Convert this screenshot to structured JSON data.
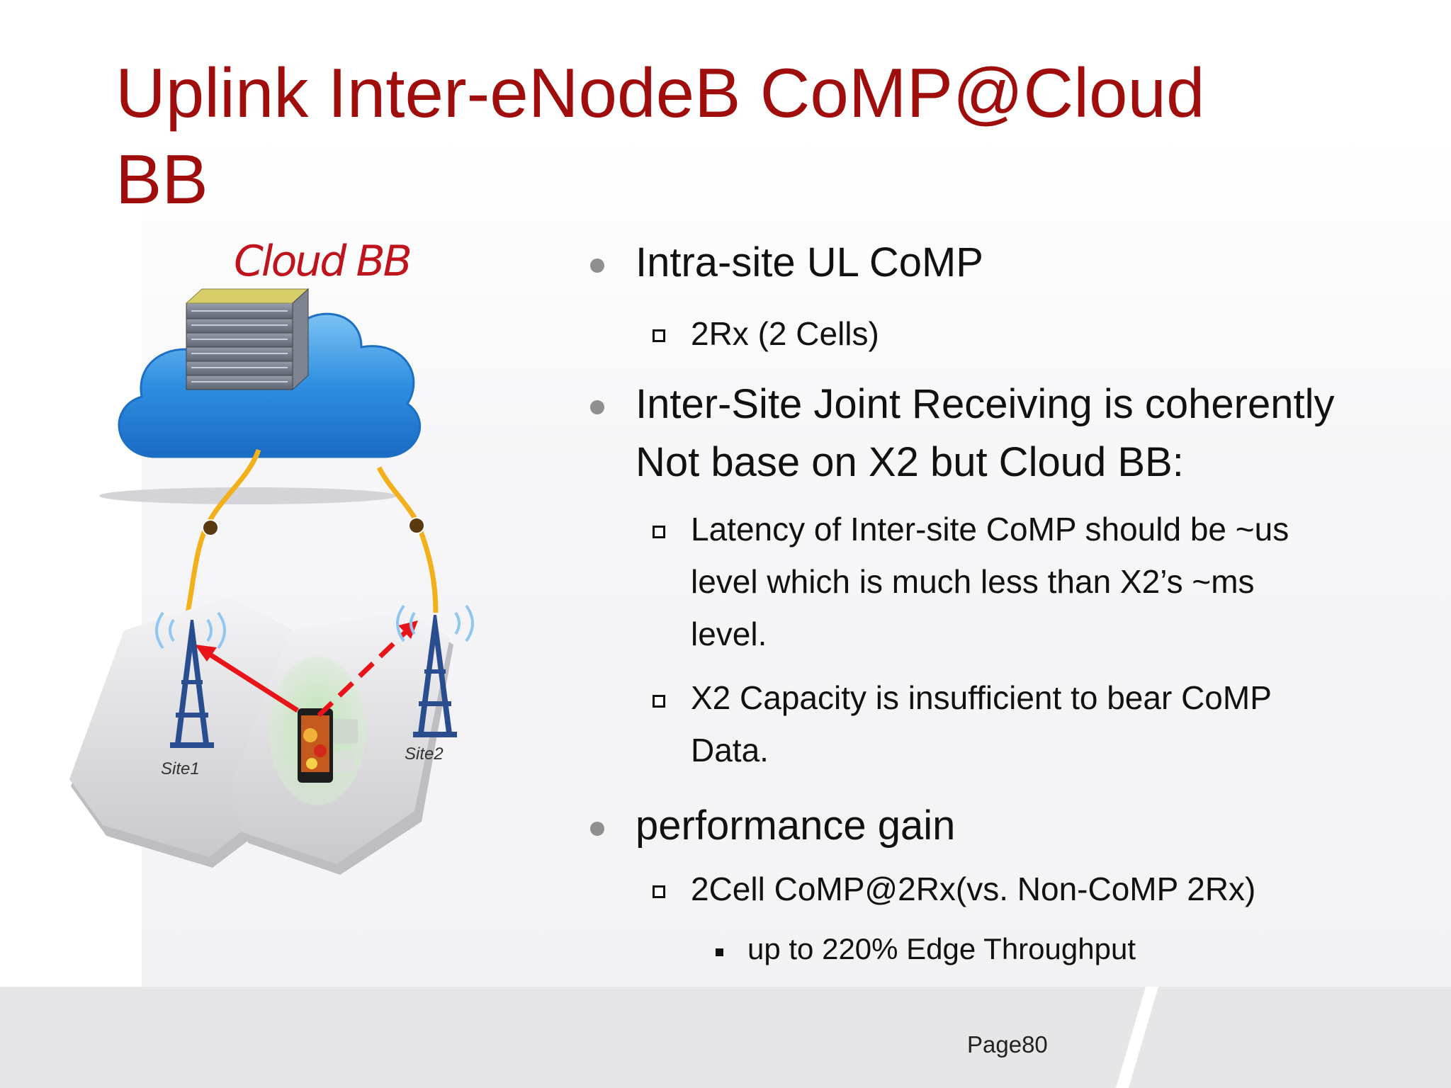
{
  "slide": {
    "title_line1": "Uplink Inter-eNodeB CoMP@Cloud",
    "title_line2": "BB",
    "page_number": "Page80"
  },
  "figure": {
    "cloud_label": "Cloud BB",
    "site1_label": "Site1",
    "site2_label": "Site2",
    "colors": {
      "cloud": "#2f8fe0",
      "fiber": "#f2b01a",
      "tower": "#2a4d8f",
      "arrow": "#e8141a"
    }
  },
  "bullets": {
    "b1": "Intra-site UL CoMP",
    "b1_sub1": "2Rx (2 Cells)",
    "b2_line1": "Inter-Site Joint Receiving is coherently",
    "b2_line2": "Not base on X2 but Cloud BB:",
    "b2_sub1_line1": "Latency of Inter-site CoMP should be ~us",
    "b2_sub1_line2": "level which is much less than X2’s ~ms",
    "b2_sub1_line3": "level.",
    "b2_sub2_line1": "X2  Capacity is insufficient to bear CoMP",
    "b2_sub2_line2": "Data.",
    "b3": "performance gain",
    "b3_sub1": "2Cell CoMP@2Rx(vs. Non-CoMP 2Rx)",
    "b3_sub1_sub1": "up to 220% Edge Throughput"
  }
}
